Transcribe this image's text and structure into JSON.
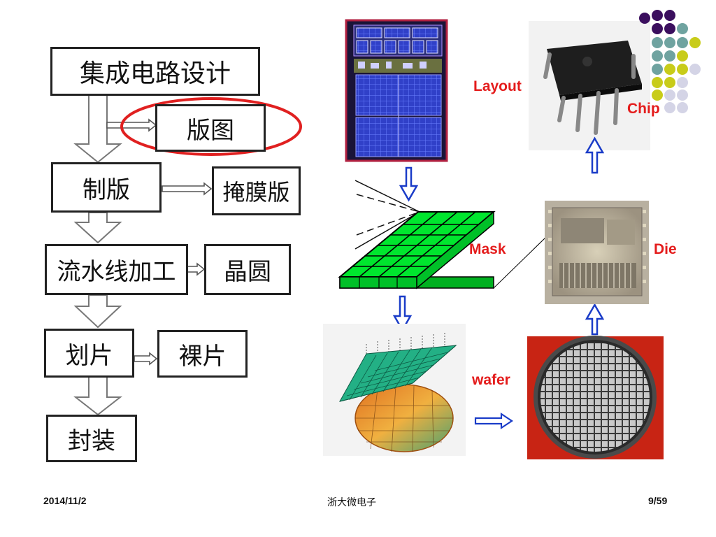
{
  "flowchart": {
    "ic_design": "集成电路设计",
    "layout": "版图",
    "mask_making": "制版",
    "mask": "掩膜版",
    "processing": "流水线加工",
    "wafer": "晶圆",
    "dicing": "划片",
    "die": "裸片",
    "packaging": "封装"
  },
  "labels": {
    "layout": "Layout",
    "chip": "Chip",
    "mask": "Mask",
    "die": "Die",
    "wafer": "wafer"
  },
  "footer": {
    "date": "2014/11/2",
    "org": "浙大微电子",
    "page": "9/59"
  },
  "colors": {
    "accent_red": "#e41c1c",
    "arrow_blue": "#1a3cc8",
    "highlight_ellipse": "#e02020",
    "mask_green": "#00e62e",
    "dot_purple": "#3b0f5e",
    "dot_teal": "#6fa3a0",
    "dot_yellow": "#c8cc1a",
    "dot_lavender": "#d4d4e6"
  }
}
